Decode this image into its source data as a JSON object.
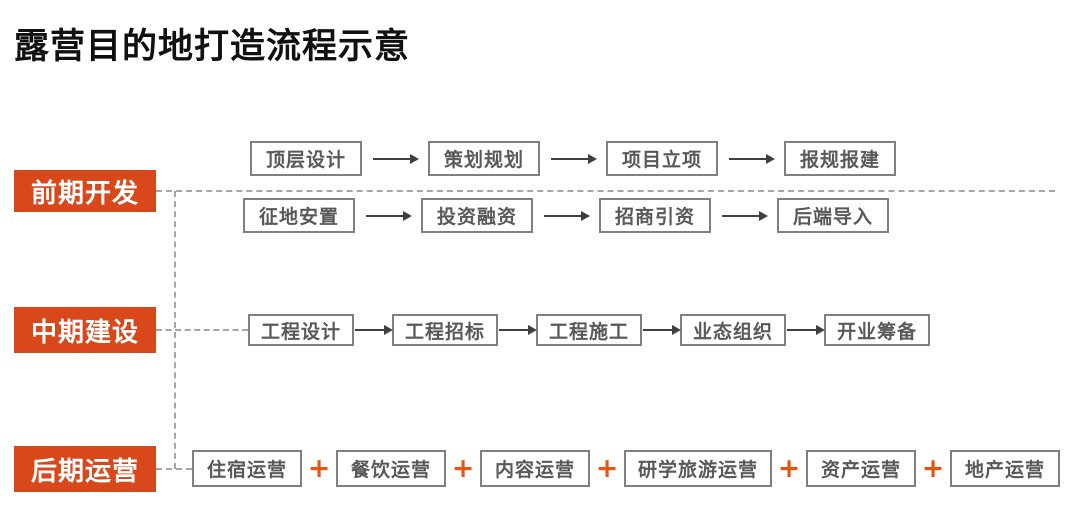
{
  "title": "露营目的地打造流程示意",
  "colors": {
    "accent": "#d9481a",
    "plus": "#e8530e",
    "box_border": "#808080",
    "box_text": "#595959",
    "arrow": "#3f3f3f",
    "dash": "#a6a6a6",
    "title_text": "#111111"
  },
  "icons": {
    "plus": "+"
  },
  "phases": [
    {
      "label": "前期开发",
      "rows": [
        {
          "steps": [
            "顶层设计",
            "策划规划",
            "项目立项",
            "报规报建"
          ],
          "separator": "arrow"
        },
        {
          "steps": [
            "征地安置",
            "投资融资",
            "招商引资",
            "后端导入"
          ],
          "separator": "arrow"
        }
      ]
    },
    {
      "label": "中期建设",
      "rows": [
        {
          "steps": [
            "工程设计",
            "工程招标",
            "工程施工",
            "业态组织",
            "开业筹备"
          ],
          "separator": "arrow"
        }
      ]
    },
    {
      "label": "后期运营",
      "rows": [
        {
          "steps": [
            "住宿运营",
            "餐饮运营",
            "内容运营",
            "研学旅游运营",
            "资产运营",
            "地产运营"
          ],
          "separator": "plus"
        }
      ]
    }
  ]
}
